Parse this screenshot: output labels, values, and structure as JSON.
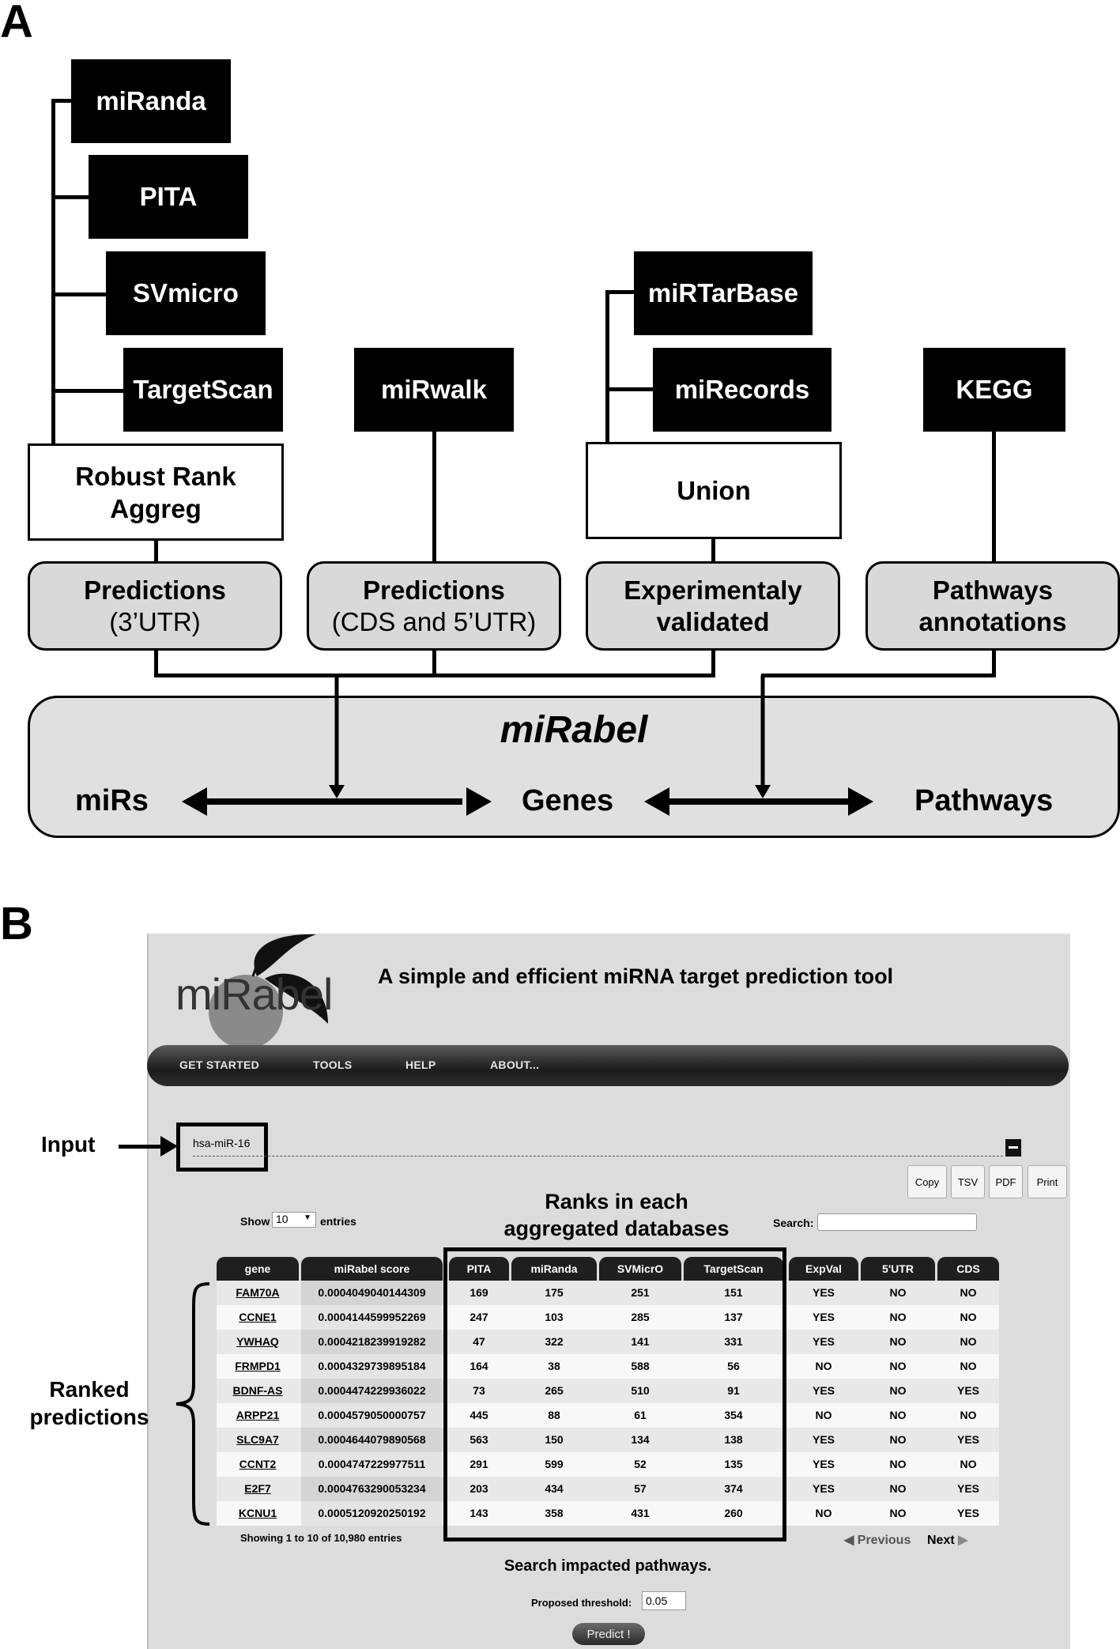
{
  "panel_labels": {
    "a": "A",
    "b": "B"
  },
  "diagram": {
    "sources_3utr": [
      "miRanda",
      "PITA",
      "SVmicro",
      "TargetScan"
    ],
    "source_cds": "miRwalk",
    "sources_validated": [
      "miRTarBase",
      "miRecords"
    ],
    "source_pathways": "KEGG",
    "aggregator_rra": "Robust Rank Aggreg",
    "aggregator_union": "Union",
    "categories": [
      {
        "line1": "Predictions",
        "line2": "(3’UTR)"
      },
      {
        "line1": "Predictions",
        "line2": "(CDS and 5’UTR)"
      },
      {
        "line1": "Experimentaly",
        "line2": "validated"
      },
      {
        "line1": "Pathways",
        "line2": "annotations"
      }
    ],
    "hub_title": "miRabel",
    "hub_nodes": [
      "miRs",
      "Genes",
      "Pathways"
    ]
  },
  "app": {
    "logo_text": "miRabel",
    "tagline": "A simple and efficient miRNA target prediction tool",
    "nav": [
      "GET STARTED",
      "TOOLS",
      "HELP",
      "ABOUT..."
    ],
    "input_value": "hsa-miR-16",
    "export_buttons": [
      "Copy",
      "TSV",
      "PDF",
      "Print"
    ],
    "show_label": "Show",
    "show_value": "10",
    "entries_label": "entries",
    "search_label": "Search:",
    "columns": [
      "gene",
      "miRabel score",
      "PITA",
      "miRanda",
      "SVMicrO",
      "TargetScan",
      "ExpVal",
      "5'UTR",
      "CDS"
    ],
    "rows": [
      [
        "FAM70A",
        "0.0004049040144309",
        "169",
        "175",
        "251",
        "151",
        "YES",
        "NO",
        "NO"
      ],
      [
        "CCNE1",
        "0.0004144599952269",
        "247",
        "103",
        "285",
        "137",
        "YES",
        "NO",
        "NO"
      ],
      [
        "YWHAQ",
        "0.0004218239919282",
        "47",
        "322",
        "141",
        "331",
        "YES",
        "NO",
        "NO"
      ],
      [
        "FRMPD1",
        "0.0004329739895184",
        "164",
        "38",
        "588",
        "56",
        "NO",
        "NO",
        "NO"
      ],
      [
        "BDNF-AS",
        "0.0004474229936022",
        "73",
        "265",
        "510",
        "91",
        "YES",
        "NO",
        "YES"
      ],
      [
        "ARPP21",
        "0.0004579050000757",
        "445",
        "88",
        "61",
        "354",
        "NO",
        "NO",
        "NO"
      ],
      [
        "SLC9A7",
        "0.0004644079890568",
        "563",
        "150",
        "134",
        "138",
        "YES",
        "NO",
        "YES"
      ],
      [
        "CCNT2",
        "0.0004747229977511",
        "291",
        "599",
        "52",
        "135",
        "YES",
        "NO",
        "NO"
      ],
      [
        "E2F7",
        "0.0004763290053234",
        "203",
        "434",
        "57",
        "374",
        "YES",
        "NO",
        "YES"
      ],
      [
        "KCNU1",
        "0.0005120920250192",
        "143",
        "358",
        "431",
        "260",
        "NO",
        "NO",
        "YES"
      ]
    ],
    "info": "Showing 1 to 10 of 10,980 entries",
    "prev": "Previous",
    "next": "Next",
    "pathways_heading": "Search impacted pathways.",
    "threshold_label": "Proposed threshold:",
    "threshold_value": "0.05",
    "predict_button": "Predict !"
  },
  "annotations": {
    "input": "Input",
    "ranks": [
      "Ranks in each",
      "aggregated databases"
    ],
    "ranked": [
      "Ranked",
      "predictions"
    ]
  }
}
